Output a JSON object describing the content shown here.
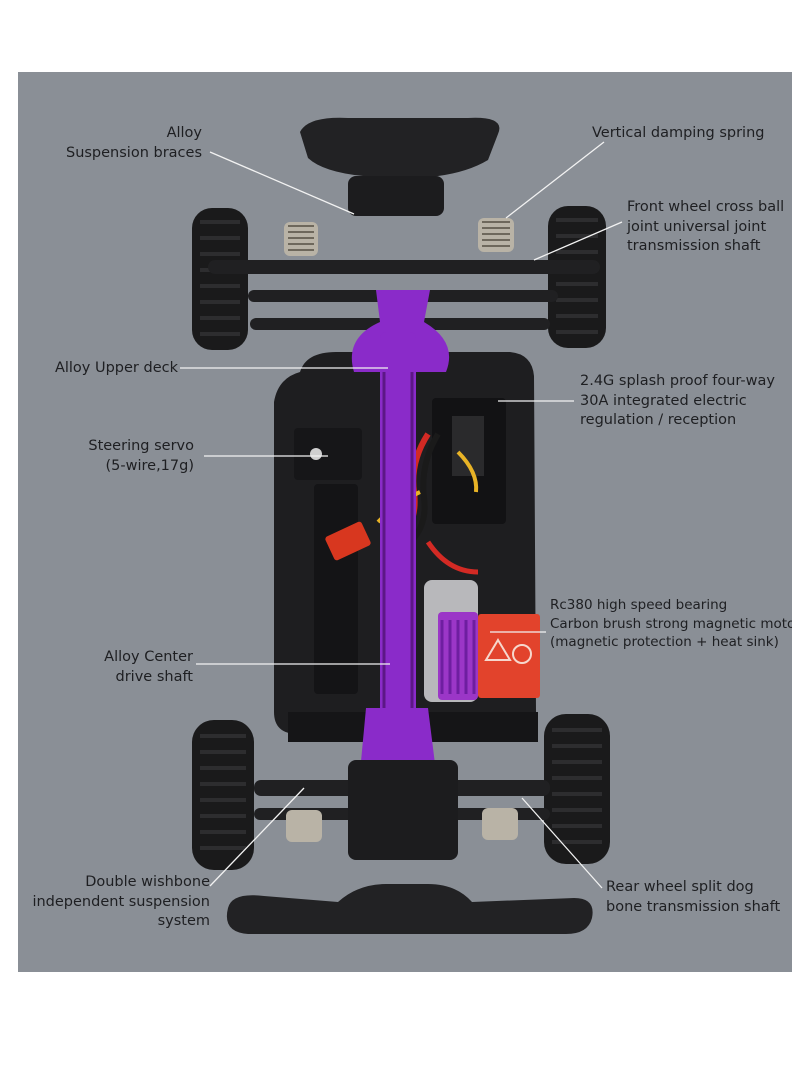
{
  "colors": {
    "background": "#8a8f96",
    "chassis": "#1c1c1e",
    "alloy_purple": "#8a2bc9",
    "motor_heatsink": "#9b36c7",
    "warning_label": "#e2432c",
    "leader_line": "#f2f2f2",
    "text": "#1e1f22"
  },
  "callouts": {
    "suspension_braces": [
      "Alloy",
      "Suspension braces"
    ],
    "damping_spring": [
      "Vertical damping spring"
    ],
    "front_shaft": [
      "Front wheel cross ball",
      "joint universal joint",
      "transmission shaft"
    ],
    "upper_deck": [
      "Alloy Upper deck"
    ],
    "receiver": [
      "2.4G splash proof four-way",
      "30A integrated electric",
      "regulation / reception"
    ],
    "steering_servo": [
      "Steering servo",
      "(5-wire,17g)"
    ],
    "motor": [
      "Rc380 high speed bearing",
      "Carbon brush strong magnetic motor",
      "(magnetic protection + heat sink)"
    ],
    "center_shaft": [
      "Alloy Center",
      "drive shaft"
    ],
    "wishbone": [
      "Double wishbone",
      "independent suspension",
      "system"
    ],
    "rear_shaft": [
      "Rear wheel split dog",
      "bone transmission shaft"
    ]
  }
}
